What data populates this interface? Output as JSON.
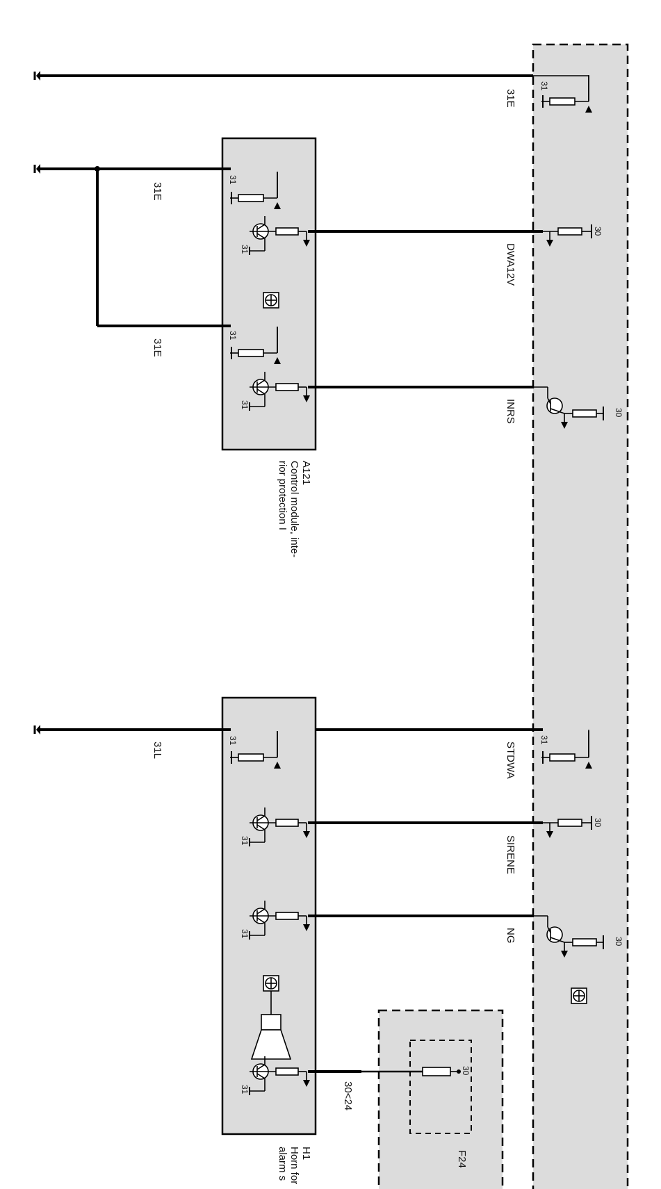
{
  "wires": {
    "top_left": "31E",
    "mid_upper": "31E",
    "mid_lower": "31E",
    "lower_gnd": "31L",
    "dwa": "DWA12V",
    "inrs": "INRS",
    "stdwa": "STDWA",
    "sirene": "SIRENE",
    "ng": "NG",
    "horn_feed": "30<24"
  },
  "pins": {
    "ground": "31",
    "supply": "30"
  },
  "components": {
    "a121": {
      "id": "A121",
      "desc_line1": "Control module, inte-",
      "desc_line2": "rior protection I"
    },
    "h1": {
      "id": "H1",
      "desc_line1": "Horn for",
      "desc_line2": "alarm s"
    },
    "f24": {
      "id": "F24"
    }
  },
  "colors": {
    "module_fill": "#dcdcdc",
    "line": "#000000"
  }
}
